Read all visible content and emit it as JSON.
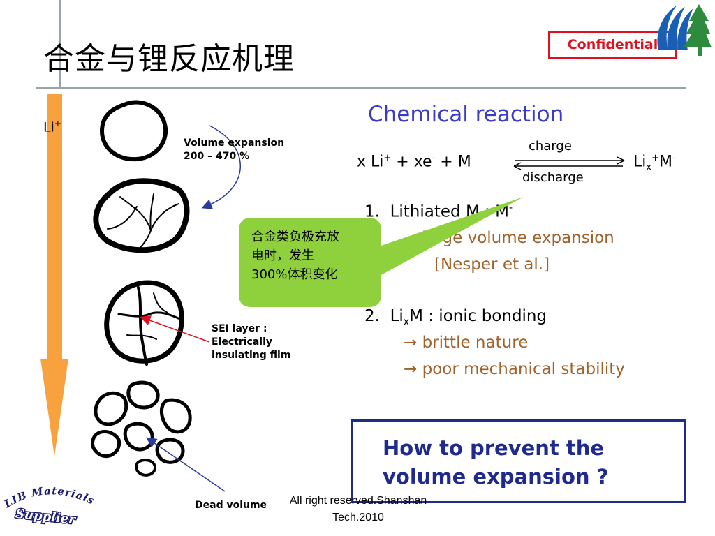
{
  "slide": {
    "title": "合金与锂反应机理",
    "confidential": "Confidential",
    "li_label": "Li",
    "li_label_sup": "+"
  },
  "diagram_notes": {
    "volume_expansion_line1": "Volume expansion",
    "volume_expansion_line2": "200 – 470 %",
    "sei_line1": "SEI layer :",
    "sei_line2": "Electrically",
    "sei_line3": "insulating film",
    "dead_volume": "Dead volume"
  },
  "reaction": {
    "heading": "Chemical reaction",
    "left_x": "x Li",
    "left_sup1": "+",
    "left_mid": " + xe",
    "left_sup2": "-",
    "left_end": " + M",
    "charge": "charge",
    "discharge": "discharge",
    "right_li": "Li",
    "right_sub": "x",
    "right_sup1": "+",
    "right_m": "M",
    "right_sup2": "-"
  },
  "items": {
    "item1_num": "1.",
    "item1_text": "Lithiated M : M",
    "item1_sup": "-",
    "item1_a": "large volume expansion",
    "item1_b": "[Nesper et al.]",
    "item2_num": "2.",
    "item2_li": "Li",
    "item2_sub": "x",
    "item2_rest": "M : ionic bonding",
    "item2_a": "brittle nature",
    "item2_b": "poor mechanical stability",
    "arrow_glyph": "→"
  },
  "callout": {
    "line1": "合金类负极充放",
    "line2": "电时，发生",
    "line3": "300%体积变化"
  },
  "question": {
    "line1": "How to prevent the",
    "line2": "volume expansion ?"
  },
  "footer": {
    "line1": "All right reserved.Shanshan",
    "line2": "Tech.2010"
  },
  "stamp": {
    "line1": "LIB Materials",
    "line2": "Supplier"
  },
  "colors": {
    "arrow_orange": "#f7a23e",
    "callout_green": "#8fd13d",
    "heading_blue": "#3b3bc9",
    "question_navy": "#1f2a8f",
    "confidential_red": "#e0101e",
    "brown_text": "#a0622a",
    "logo_blue": "#1a5fb4",
    "logo_green": "#2e8b3e"
  }
}
